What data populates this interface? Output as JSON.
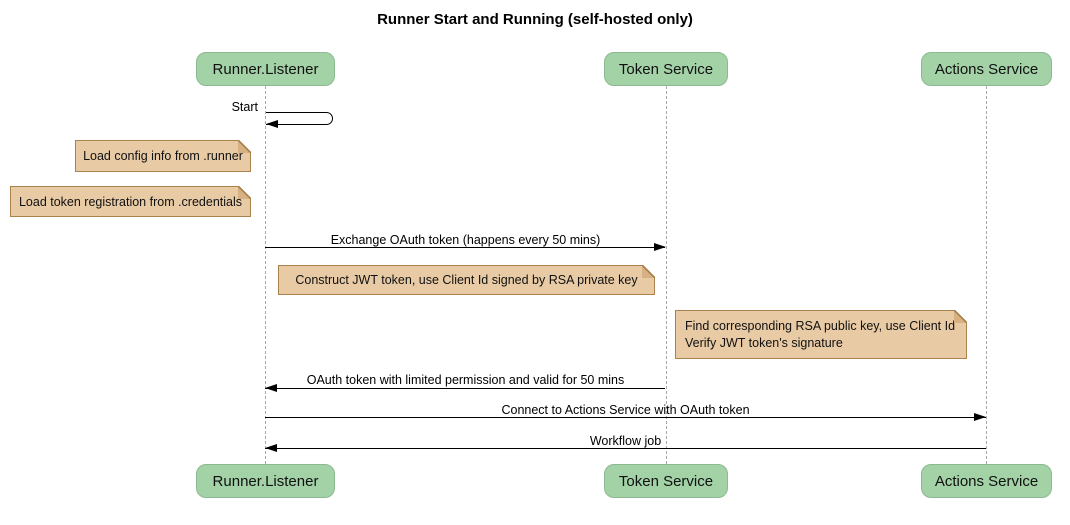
{
  "diagram": {
    "title": "Runner Start and Running (self-hosted only)",
    "participants": [
      {
        "label": "Runner.Listener"
      },
      {
        "label": "Token Service"
      },
      {
        "label": "Actions Service"
      }
    ],
    "self_message": {
      "actor": "Runner.Listener",
      "label": "Start"
    },
    "notes": [
      {
        "placement": "left of Runner.Listener",
        "lines": [
          "Load config info from .runner"
        ]
      },
      {
        "placement": "left of Runner.Listener",
        "lines": [
          "Load token registration from .credentials"
        ]
      },
      {
        "placement": "over Runner.Listener and Token Service",
        "lines": [
          "Construct JWT token, use Client Id signed by RSA private key"
        ]
      },
      {
        "placement": "right of Token Service",
        "lines": [
          "Find corresponding RSA public key, use Client Id",
          "Verify JWT token's signature"
        ]
      }
    ],
    "messages": [
      {
        "from": "Runner.Listener",
        "to": "Token Service",
        "direction": "right",
        "label": "Exchange OAuth token (happens every 50 mins)"
      },
      {
        "from": "Token Service",
        "to": "Runner.Listener",
        "direction": "left",
        "label": "OAuth token with limited permission and valid for 50 mins"
      },
      {
        "from": "Runner.Listener",
        "to": "Actions Service",
        "direction": "right",
        "label": "Connect to Actions Service with OAuth token"
      },
      {
        "from": "Actions Service",
        "to": "Runner.Listener",
        "direction": "left",
        "label": "Workflow job"
      }
    ],
    "colors": {
      "participant_fill": "#a3d2a7",
      "participant_border": "#8db990",
      "note_fill": "#e8caa4",
      "note_border": "#a9824e",
      "note_fold": "#d7b183",
      "lifeline": "#a8a8a8",
      "line": "#000000"
    }
  }
}
